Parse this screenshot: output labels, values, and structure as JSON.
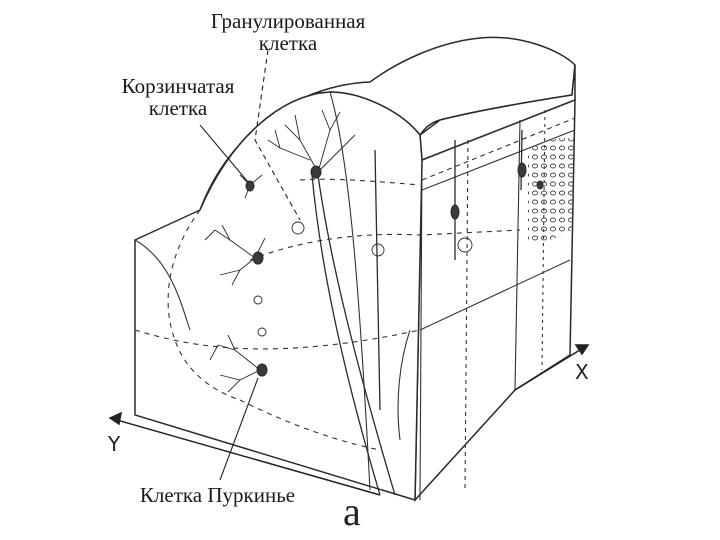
{
  "labels": {
    "granule_cell": [
      "Гранулированная",
      "клетка"
    ],
    "basket_cell": [
      "Корзинчатая",
      "клетка"
    ],
    "purkinje_cell": "Клетка Пуркинье"
  },
  "axes": {
    "x": "X",
    "y": "Y"
  },
  "caption": "а",
  "colors": {
    "line": "#2a2a2a",
    "fill": "#ffffff",
    "cell_body": "#3a3a3a"
  }
}
